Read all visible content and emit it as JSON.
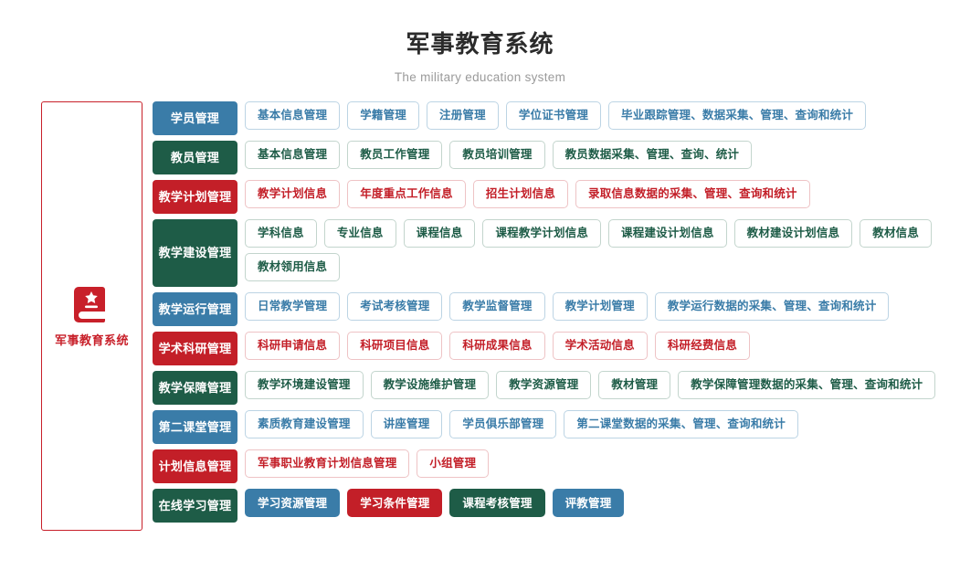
{
  "header": {
    "title": "军事教育系统",
    "subtitle": "The military education system"
  },
  "sidebar": {
    "icon": "book-star-icon",
    "label": "军事教育系统",
    "border_color": "#c8202a"
  },
  "palette": {
    "blue": "#3a7ca8",
    "green": "#1e5c47",
    "red": "#c31f28"
  },
  "rows": [
    {
      "category": "学员管理",
      "color": "blue",
      "items": [
        "基本信息管理",
        "学籍管理",
        "注册管理",
        "学位证书管理",
        "毕业跟踪管理、数据采集、管理、查询和统计"
      ]
    },
    {
      "category": "教员管理",
      "color": "green",
      "items": [
        "基本信息管理",
        "教员工作管理",
        "教员培训管理",
        "教员数据采集、管理、查询、统计"
      ]
    },
    {
      "category": "教学计划管理",
      "color": "red",
      "items": [
        "教学计划信息",
        "年度重点工作信息",
        "招生计划信息",
        "录取信息数据的采集、管理、查询和统计"
      ]
    },
    {
      "category": "教学建设管理",
      "color": "green",
      "tall": true,
      "items": [
        "学科信息",
        "专业信息",
        "课程信息",
        "课程教学计划信息",
        "课程建设计划信息",
        "教材建设计划信息",
        "教材信息",
        "教材领用信息"
      ]
    },
    {
      "category": "教学运行管理",
      "color": "blue",
      "items": [
        "日常教学管理",
        "考试考核管理",
        "教学监督管理",
        "教学计划管理",
        "教学运行数据的采集、管理、查询和统计"
      ]
    },
    {
      "category": "学术科研管理",
      "color": "red",
      "items": [
        "科研申请信息",
        "科研项目信息",
        "科研成果信息",
        "学术活动信息",
        "科研经费信息"
      ]
    },
    {
      "category": "教学保障管理",
      "color": "green",
      "items": [
        "教学环境建设管理",
        "教学设施维护管理",
        "教学资源管理",
        "教材管理",
        "教学保障管理数据的采集、管理、查询和统计"
      ]
    },
    {
      "category": "第二课堂管理",
      "color": "blue",
      "items": [
        "素质教育建设管理",
        "讲座管理",
        "学员俱乐部管理",
        "第二课堂数据的采集、管理、查询和统计"
      ]
    },
    {
      "category": "计划信息管理",
      "color": "red",
      "items": [
        "军事职业教育计划信息管理",
        "小组管理"
      ]
    },
    {
      "category": "在线学习管理",
      "color": "green",
      "filled": true,
      "items": [
        {
          "label": "学习资源管理",
          "color": "blue"
        },
        {
          "label": "学习条件管理",
          "color": "red"
        },
        {
          "label": "课程考核管理",
          "color": "green"
        },
        {
          "label": "评教管理",
          "color": "blue"
        }
      ]
    }
  ]
}
